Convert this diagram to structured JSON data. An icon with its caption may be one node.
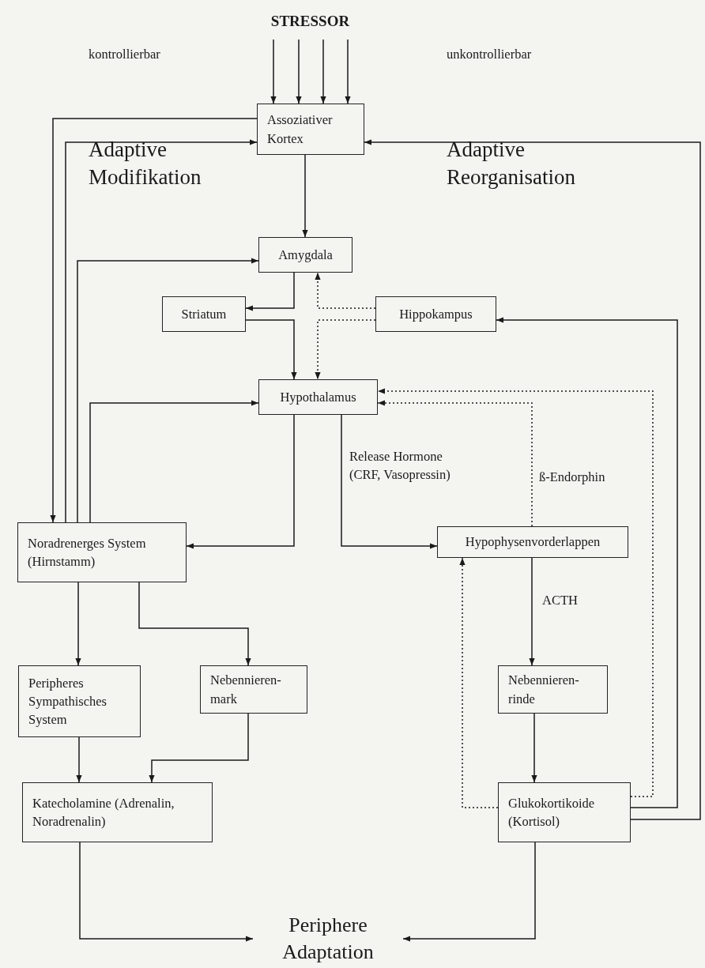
{
  "diagram": {
    "nodes": [
      {
        "text": [
          "STRESSOR"
        ]
      },
      {
        "text": [
          "Assoziativer Kortex"
        ]
      },
      {
        "text": [
          "Amygdala"
        ]
      },
      {
        "text": [
          "Striatum"
        ]
      },
      {
        "text": [
          "Hippokampus"
        ]
      },
      {
        "text": [
          "Hypothalamus"
        ]
      },
      {
        "text": [
          "Noradrenerges System (Hirnstamm)"
        ]
      },
      {
        "text": [
          "Hypophysenvorderlappen"
        ]
      },
      {
        "text": [
          "Peripheres Sympathisches System"
        ]
      },
      {
        "text": [
          "Nebennieren-mark"
        ]
      },
      {
        "text": [
          "Nebennieren-rinde"
        ]
      },
      {
        "text": [
          "Katecholamine (Adrenalin, Noradrenalin)"
        ]
      },
      {
        "text": [
          "Glukokortikoide (Kortisol)"
        ]
      },
      {
        "text": [
          "Periphere Adaptation"
        ]
      }
    ],
    "edges": [
      {
        "from": 0,
        "to": 1,
        "arrow": "to"
      },
      {
        "from": 0,
        "to": 1,
        "arrow": "to"
      },
      {
        "from": 0,
        "to": 1,
        "arrow": "to"
      },
      {
        "from": 0,
        "to": 1,
        "arrow": "to"
      },
      {
        "from": 1,
        "to": 6,
        "arrow": "to"
      },
      {
        "from": 6,
        "to": 1,
        "arrow": "to"
      },
      {
        "from": 6,
        "to": 2,
        "arrow": "to"
      },
      {
        "from": 6,
        "to": 5,
        "arrow": "to"
      },
      {
        "from": 1,
        "to": 2,
        "arrow": "to"
      },
      {
        "from": 2,
        "to": 3,
        "arrow": "to"
      },
      {
        "from": 3,
        "to": 5,
        "arrow": "to"
      },
      {
        "from": 4,
        "to": 2,
        "arrow": "to",
        "style": "dashed"
      },
      {
        "from": 4,
        "to": 5,
        "arrow": "to",
        "style": "dashed"
      },
      {
        "from": 5,
        "to": 6,
        "arrow": "to"
      },
      {
        "from": 5,
        "to": 7,
        "arrow": "to",
        "label": "Release Hormone (CRF, Vasopressin)"
      },
      {
        "from": 7,
        "to": 5,
        "arrow": "to",
        "style": "dashed",
        "label": "ß-Endorphin"
      },
      {
        "from": 7,
        "to": 10,
        "arrow": "to",
        "label": "ACTH"
      },
      {
        "from": 12,
        "to": 5,
        "arrow": "to",
        "style": "dashed"
      },
      {
        "from": 12,
        "to": 7,
        "arrow": "to",
        "style": "dashed"
      },
      {
        "from": 12,
        "to": 4,
        "arrow": "to"
      },
      {
        "from": 12,
        "to": 1,
        "arrow": "to"
      },
      {
        "from": 6,
        "to": 8,
        "arrow": "to"
      },
      {
        "from": 6,
        "to": 9,
        "arrow": "to"
      },
      {
        "from": 8,
        "to": 11,
        "arrow": "to"
      },
      {
        "from": 9,
        "to": 11,
        "arrow": "to"
      },
      {
        "from": 10,
        "to": 12,
        "arrow": "to"
      },
      {
        "from": 11,
        "to": 13,
        "arrow": "to"
      },
      {
        "from": 12,
        "to": 13,
        "arrow": "to"
      }
    ],
    "labels": [
      "kontrollierbar",
      "unkontrollierbar",
      "Adaptive Modifikation",
      "Adaptive Reorganisation"
    ]
  }
}
